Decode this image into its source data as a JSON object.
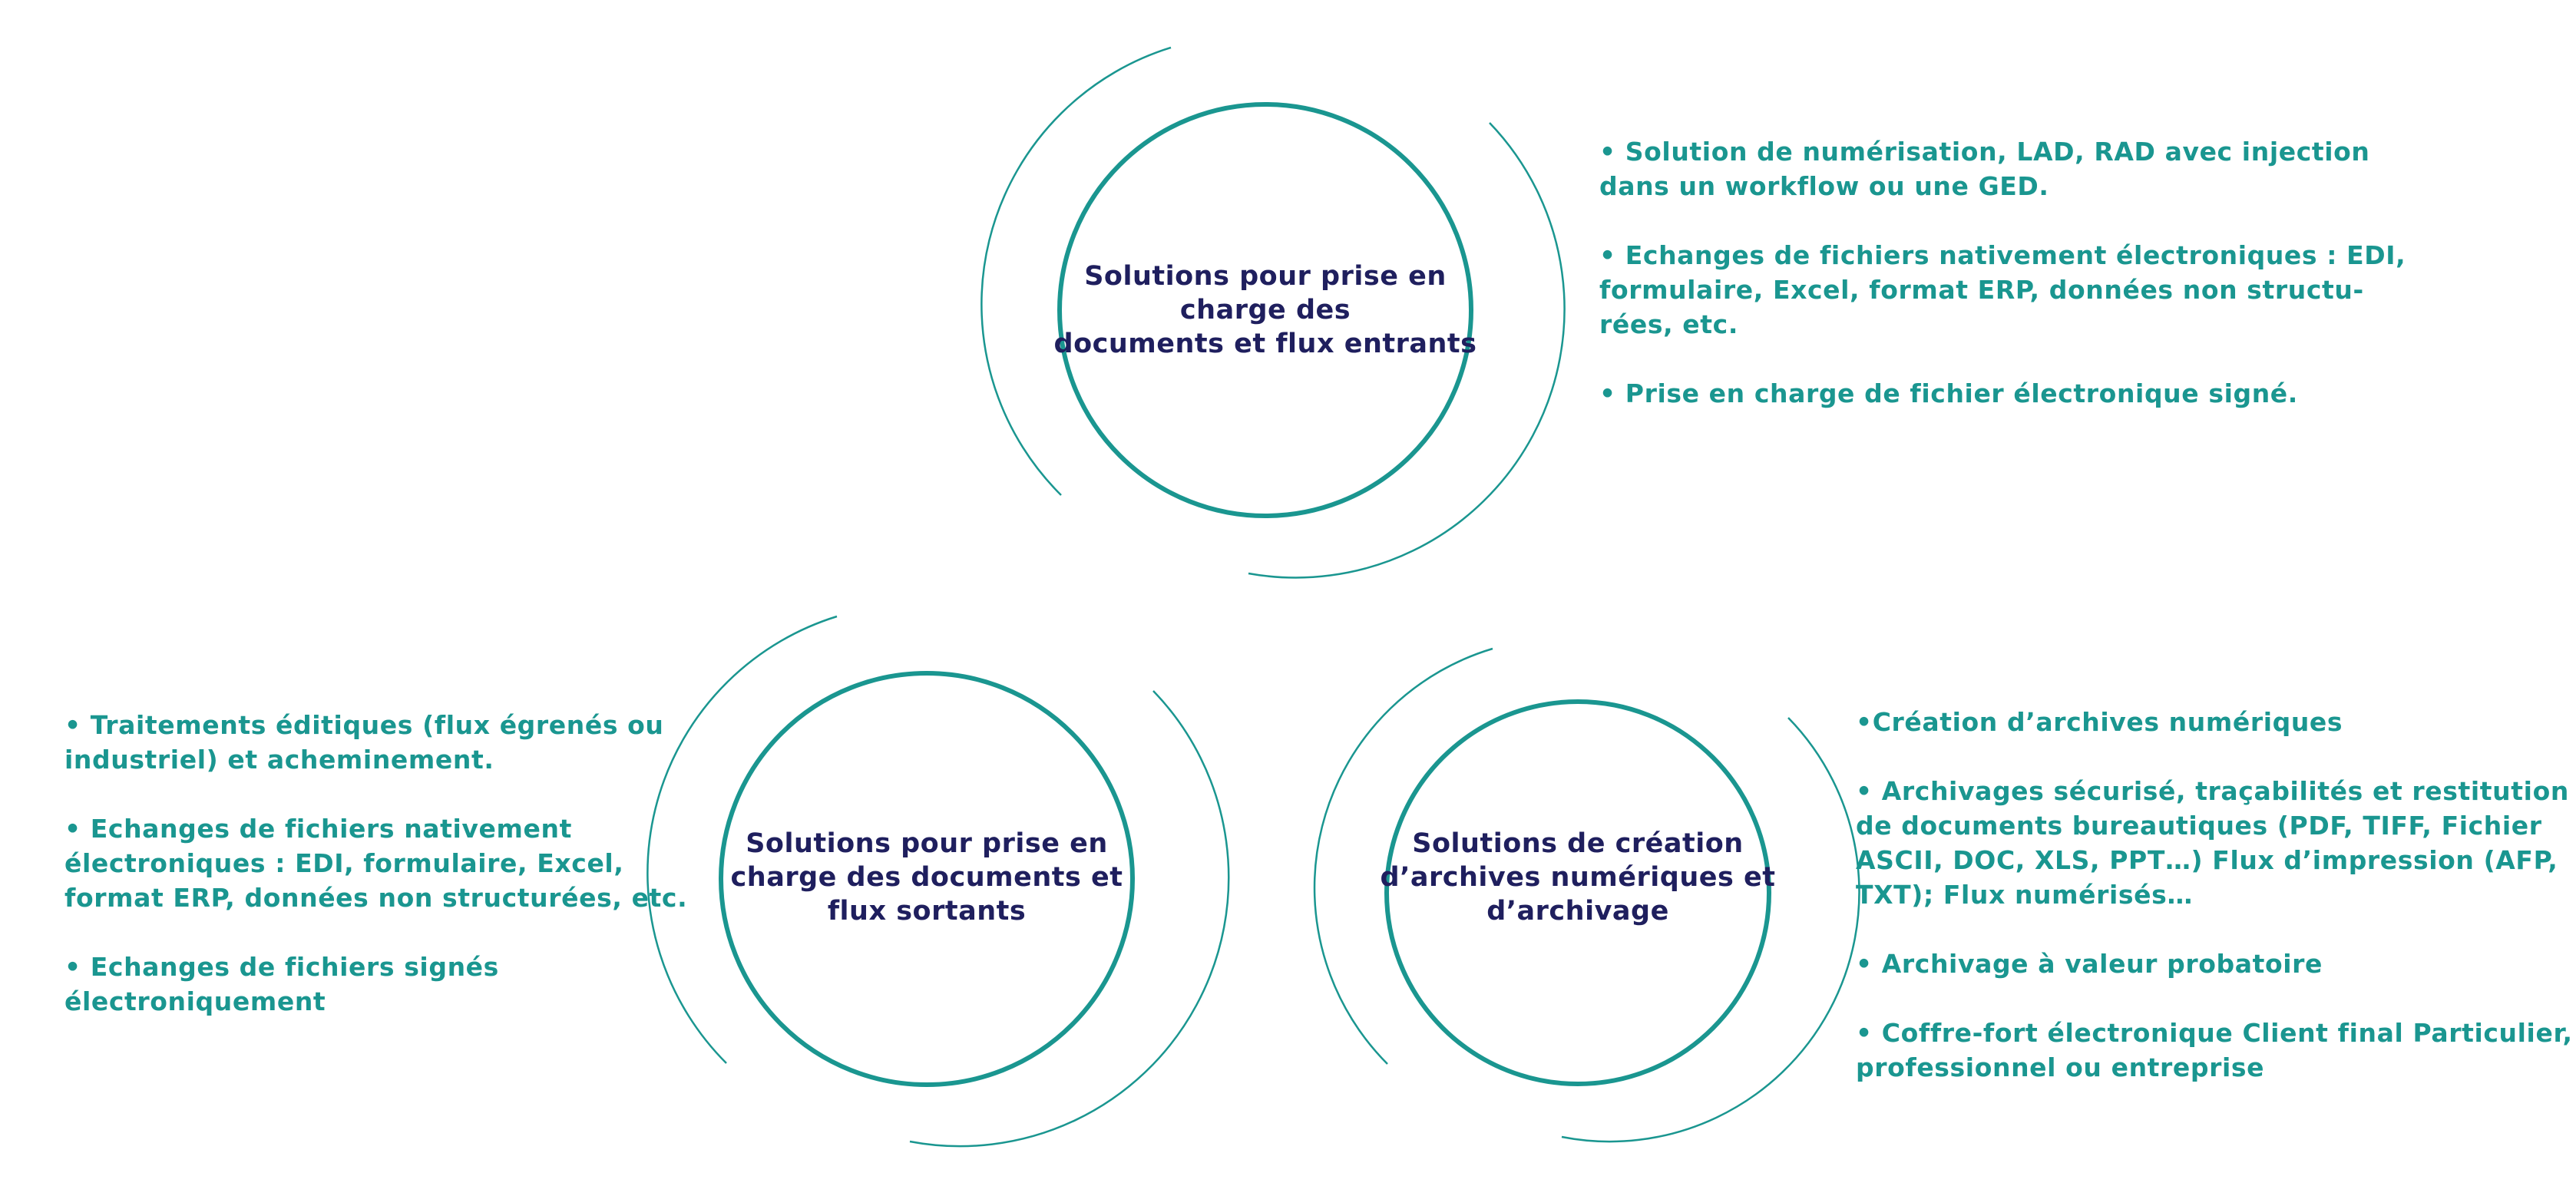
{
  "colors": {
    "teal": "#1a9690",
    "navy": "#1f1f5e",
    "background": "#ffffff"
  },
  "nodes": [
    {
      "id": "incoming",
      "label_lines": [
        "Solutions pour prise en",
        "charge des",
        "documents et flux entrants"
      ],
      "bullets": [
        [
          "• Solution de numérisation, LAD, RAD avec injection",
          "dans un workflow ou une GED."
        ],
        [
          "• Echanges de fichiers nativement électroniques : EDI,",
          "formulaire, Excel, format ERP, données non structu-",
          "rées, etc."
        ],
        [
          "• Prise en charge de fichier électronique signé."
        ]
      ]
    },
    {
      "id": "outgoing",
      "label_lines": [
        "Solutions pour prise en",
        "charge des documents et",
        "flux sortants"
      ],
      "bullets": [
        [
          "• Traitements éditiques (flux égrenés ou",
          "industriel) et acheminement."
        ],
        [
          "• Echanges de fichiers nativement",
          "électroniques : EDI, formulaire, Excel,",
          "format ERP, données non structurées, etc."
        ],
        [
          "• Echanges de fichiers signés",
          "électroniquement"
        ]
      ]
    },
    {
      "id": "archiving",
      "label_lines": [
        "Solutions de création",
        "d’archives numériques et",
        "d’archivage"
      ],
      "bullets": [
        [
          "•Création d’archives numériques"
        ],
        [
          "• Archivages sécurisé, traçabilités et restitution",
          "de documents bureautiques (PDF, TIFF, Fichier",
          "ASCII, DOC, XLS, PPT…) Flux d’impression (AFP,",
          "TXT); Flux numérisés…"
        ],
        [
          "• Archivage à valeur probatoire"
        ],
        [
          "• Coffre-fort électronique Client final Particulier,",
          "professionnel ou entreprise"
        ]
      ]
    }
  ]
}
